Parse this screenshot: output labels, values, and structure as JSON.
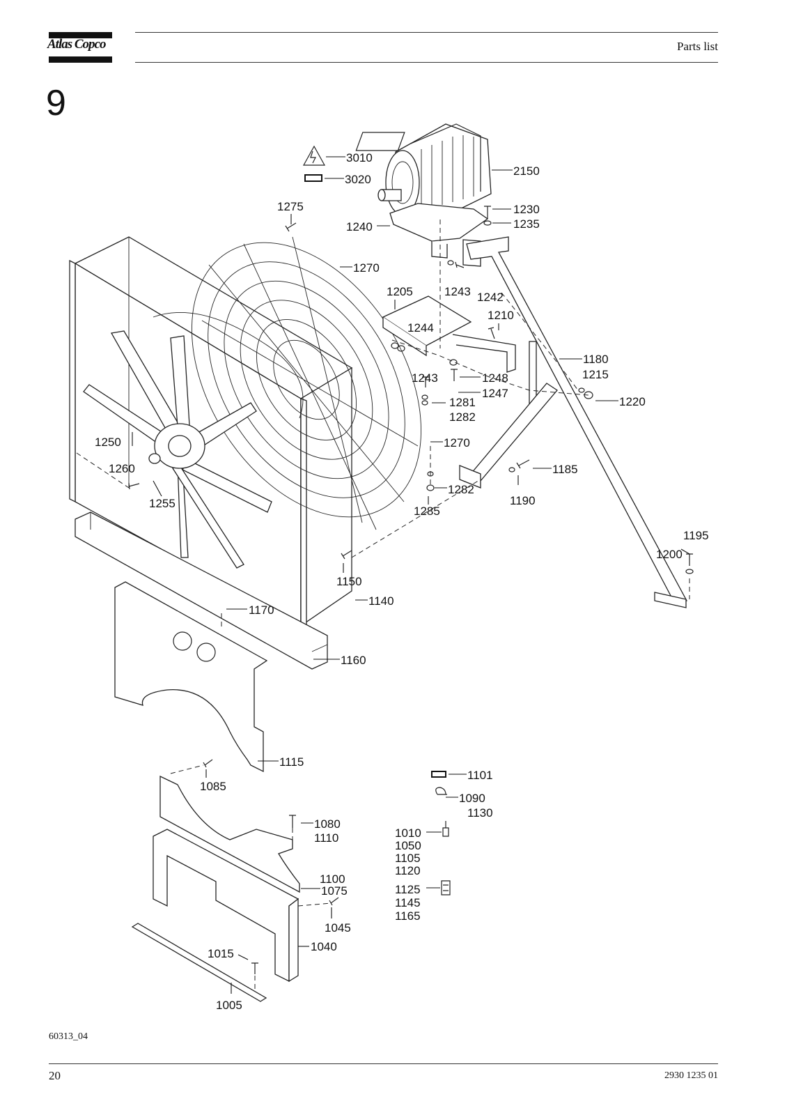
{
  "header": {
    "logo": "Atlas Copco",
    "title": "Parts list"
  },
  "section_number": "9",
  "figure_id": "60313_04",
  "footer": {
    "page_number": "20",
    "document_number": "2930 1235 01"
  },
  "callouts": {
    "c3010": "3010",
    "c3020": "3020",
    "c2150": "2150",
    "c1275": "1275",
    "c1240": "1240",
    "c1230": "1230",
    "c1235": "1235",
    "c1270a": "1270",
    "c1205": "1205",
    "c1243a": "1243",
    "c1242": "1242",
    "c1210": "1210",
    "c1244": "1244",
    "c1180": "1180",
    "c1215": "1215",
    "c1243b": "1243",
    "c1248": "1248",
    "c1247": "1247",
    "c1220": "1220",
    "c1281": "1281",
    "c1282a": "1282",
    "c1250": "1250",
    "c1270b": "1270",
    "c1260": "1260",
    "c1185": "1185",
    "c1282b": "1282",
    "c1255": "1255",
    "c1190": "1190",
    "c1285": "1285",
    "c1195": "1195",
    "c1200": "1200",
    "c1150": "1150",
    "c1170": "1170",
    "c1140": "1140",
    "c1160": "1160",
    "c1115": "1115",
    "c1085": "1085",
    "c1101": "1101",
    "c1090": "1090",
    "c1130": "1130",
    "c1080": "1080",
    "c1110": "1110",
    "c1010": "1010",
    "c1050": "1050",
    "c1105": "1105",
    "c1120": "1120",
    "c1100": "1100",
    "c1075": "1075",
    "c1125": "1125",
    "c1145": "1145",
    "c1165": "1165",
    "c1045": "1045",
    "c1040": "1040",
    "c1015": "1015",
    "c1005": "1005"
  }
}
